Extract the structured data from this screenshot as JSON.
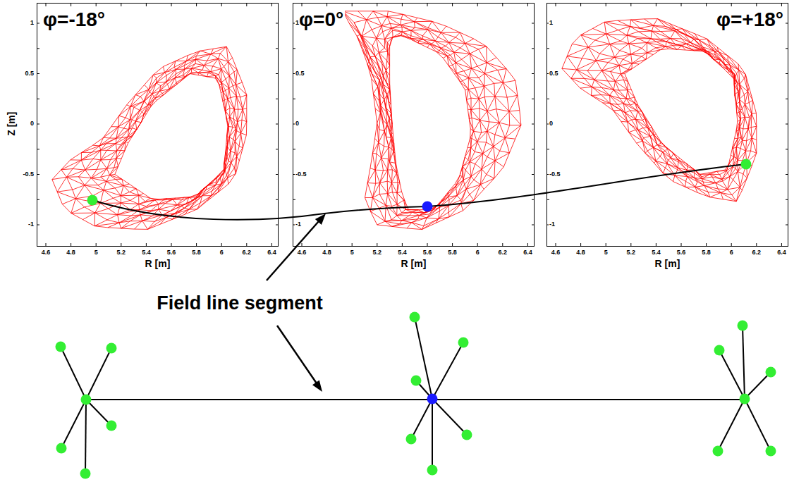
{
  "diagram": {
    "nodes": [
      {
        "text": [
          "φ=-18°"
        ]
      },
      {
        "text": [
          "φ=0°"
        ]
      },
      {
        "text": [
          "φ=+18°"
        ]
      }
    ],
    "labels": [
      "1",
      "0.5",
      "0",
      "-0.5",
      "-1",
      "4.6",
      "4.8",
      "5",
      "5.2",
      "5.4",
      "5.6",
      "5.8",
      "6",
      "6.2",
      "6.4",
      "R [m]",
      "Z [m]",
      "1",
      "0.5",
      "0",
      "-0.5",
      "-1",
      "4.6",
      "4.8",
      "5",
      "5.2",
      "5.4",
      "5.6",
      "5.8",
      "6",
      "6.2",
      "6.4",
      "R [m]",
      "1",
      "0.5",
      "0",
      "-0.5",
      "-1",
      "4.6",
      "4.8",
      "5",
      "5.2",
      "5.4",
      "5.6",
      "5.8",
      "6",
      "6.2",
      "6.4",
      "R [m]",
      "Field line segment"
    ]
  }
}
